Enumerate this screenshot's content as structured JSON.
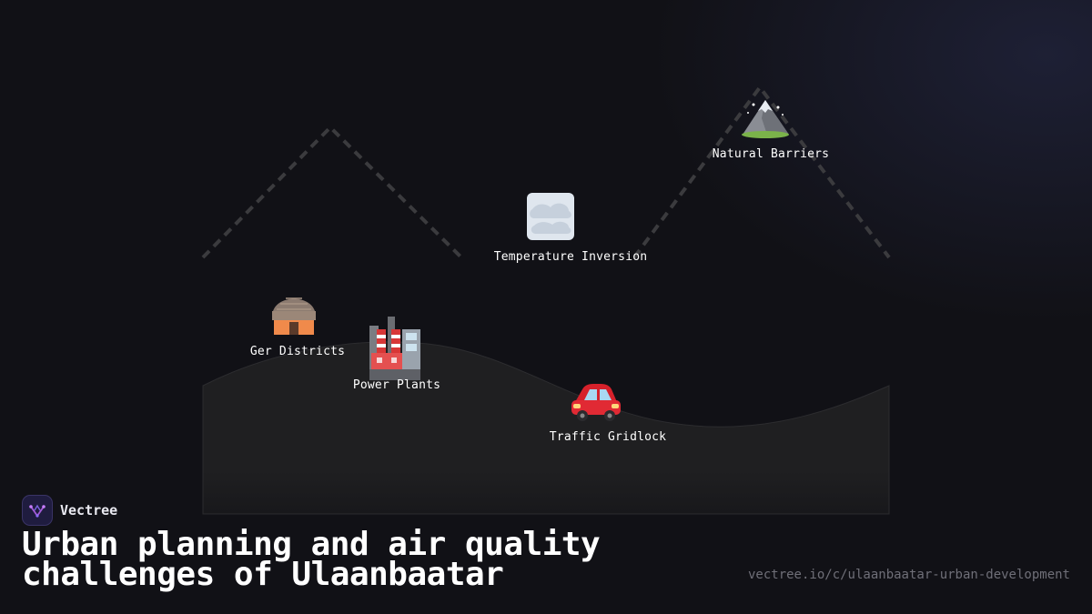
{
  "diagram": {
    "nodes": [
      {
        "id": "natural-barriers",
        "label": "Natural Barriers",
        "icon": "mountain-icon"
      },
      {
        "id": "temperature-inversion",
        "label": "Temperature Inversion",
        "icon": "fog-icon"
      },
      {
        "id": "ger-districts",
        "label": "Ger Districts",
        "icon": "hut-icon"
      },
      {
        "id": "power-plants",
        "label": "Power Plants",
        "icon": "factory-icon"
      },
      {
        "id": "traffic-gridlock",
        "label": "Traffic Gridlock",
        "icon": "car-icon"
      }
    ]
  },
  "brand": {
    "name": "Vectree",
    "icon": "vectree-logo-icon"
  },
  "title": "Urban planning and air quality challenges of Ulaanbaatar",
  "url": "vectree.io/c/ulaanbaatar-urban-development",
  "colors": {
    "background": "#111116",
    "ground": "#1e1e20",
    "ridge": "#3b3b3e",
    "brand_bg": "#1f1c3f",
    "brand_accent": "#a35bd6"
  }
}
